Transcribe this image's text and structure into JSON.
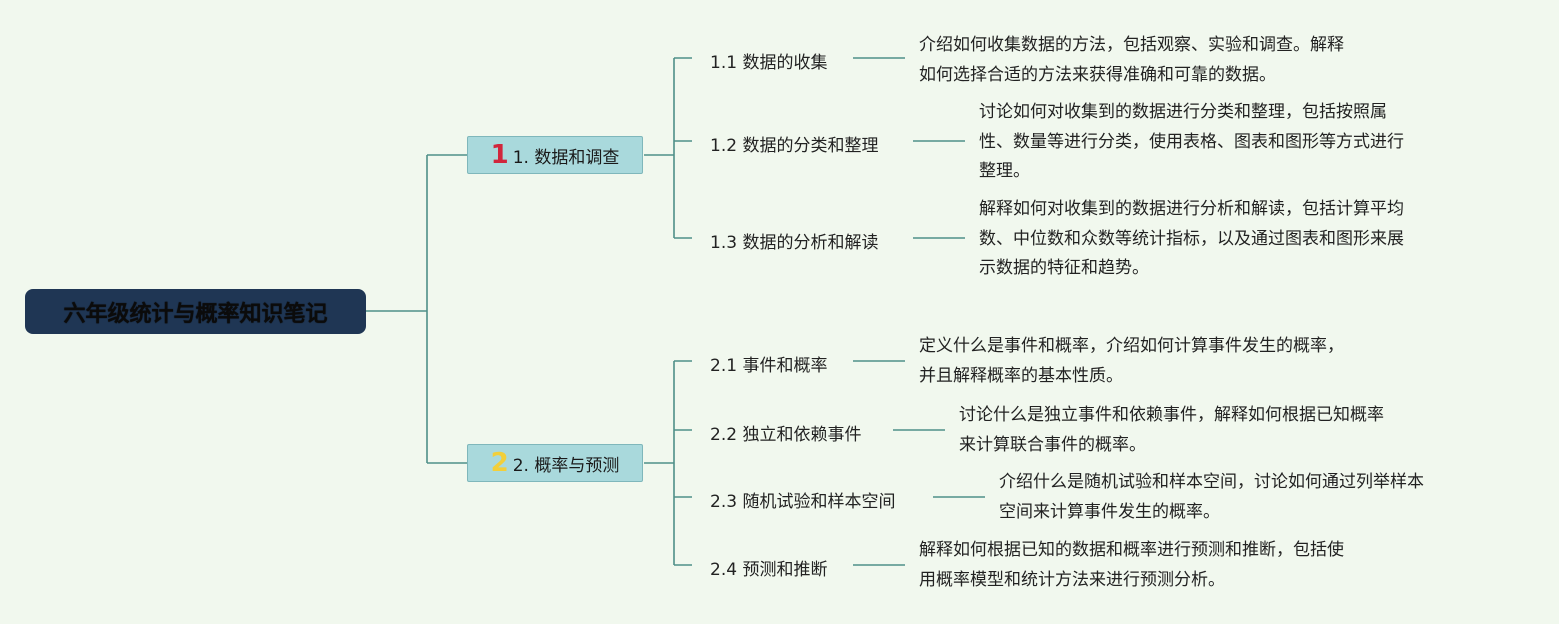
{
  "root": {
    "title": "六年级统计与概率知识笔记"
  },
  "branches": [
    {
      "number": "1",
      "label": "1. 数据和调查",
      "color": "#d1263c",
      "children": [
        {
          "label": "1.1 数据的收集",
          "desc": [
            "介绍如何收集数据的方法，包括观察、实验和调查。解释",
            "如何选择合适的方法来获得准确和可靠的数据。"
          ]
        },
        {
          "label": "1.2 数据的分类和整理",
          "desc": [
            "讨论如何对收集到的数据进行分类和整理，包括按照属",
            "性、数量等进行分类，使用表格、图表和图形等方式进行",
            "整理。"
          ]
        },
        {
          "label": "1.3 数据的分析和解读",
          "desc": [
            "解释如何对收集到的数据进行分析和解读，包括计算平均",
            "数、中位数和众数等统计指标，以及通过图表和图形来展",
            "示数据的特征和趋势。"
          ]
        }
      ]
    },
    {
      "number": "2",
      "label": "2. 概率与预测",
      "color": "#f2cf3a",
      "children": [
        {
          "label": "2.1 事件和概率",
          "desc": [
            "定义什么是事件和概率，介绍如何计算事件发生的概率，",
            "并且解释概率的基本性质。"
          ]
        },
        {
          "label": "2.2 独立和依赖事件",
          "desc": [
            "讨论什么是独立事件和依赖事件，解释如何根据已知概率",
            "来计算联合事件的概率。"
          ]
        },
        {
          "label": "2.3 随机试验和样本空间",
          "desc": [
            "介绍什么是随机试验和样本空间，讨论如何通过列举样本",
            "空间来计算事件发生的概率。"
          ]
        },
        {
          "label": "2.4 预测和推断",
          "desc": [
            "解释如何根据已知的数据和概率进行预测和推断，包括使",
            "用概率模型和统计方法来进行预测分析。"
          ]
        }
      ]
    }
  ],
  "colors": {
    "line": "#4f8f88",
    "background": "#f1f8ee",
    "root": "#1f3654",
    "branch": "#a9d9dc"
  }
}
